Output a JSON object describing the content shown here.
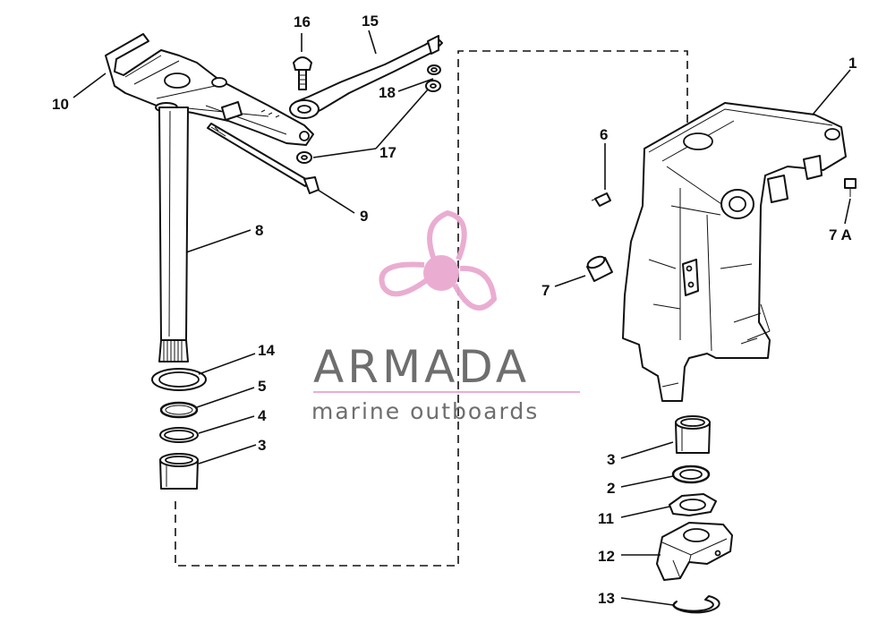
{
  "watermark": {
    "name": "ARMADA",
    "tagline": "marine outboards",
    "logo_color": "#e9a9cf",
    "text_color": "#6e6e6e"
  },
  "callouts": {
    "c1": "1",
    "c2": "2",
    "c3_left": "3",
    "c3_right": "3",
    "c4": "4",
    "c5": "5",
    "c6": "6",
    "c7": "7",
    "c7a": "7 A",
    "c8": "8",
    "c9": "9",
    "c10": "10",
    "c11": "11",
    "c12": "12",
    "c13": "13",
    "c14": "14",
    "c15": "15",
    "c16": "16",
    "c17": "17",
    "c18": "18"
  }
}
